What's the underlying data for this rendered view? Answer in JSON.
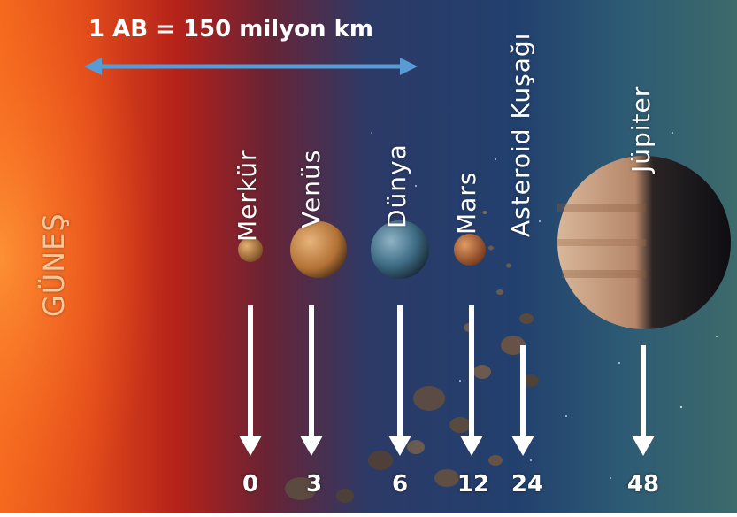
{
  "scale_label": "1 AB = 150 milyon km",
  "sun_label": "GÜNEŞ",
  "bodies": [
    {
      "name": "Merkür",
      "distance": "0",
      "color": "#c9894a"
    },
    {
      "name": "Venüs",
      "distance": "3",
      "color": "#c98a4d"
    },
    {
      "name": "Dünya",
      "distance": "6",
      "color": "#4f7f9a"
    },
    {
      "name": "Mars",
      "distance": "12",
      "color": "#b9683a"
    },
    {
      "name": "Asteroid Kuşağı",
      "distance": "24",
      "color": "#6b5a4c"
    },
    {
      "name": "Jüpiter",
      "distance": "48",
      "color": "#c49a7a"
    }
  ],
  "colors": {
    "arrow": "#ffffff",
    "scale_arrow": "#5b9bd5",
    "sun": "#e8561c"
  }
}
